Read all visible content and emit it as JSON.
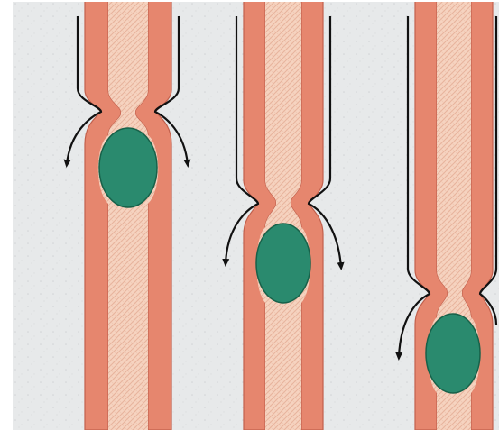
{
  "figure": {
    "panel_count": 3,
    "background_text_visible": false
  },
  "colors": {
    "page_background": "#ffffff",
    "scan_background": "#e7e9ea",
    "scan_grain": "#d2d4d6",
    "wall_muscle": "#e6866e",
    "wall_outline": "#c2604c",
    "lumen": "#f6d3c0",
    "lumen_hatch": "#e7b39c",
    "bolus": "#2a8a6e",
    "bolus_outline": "#176149",
    "arrow": "#111111"
  },
  "panels": [
    {
      "id": "panel-1",
      "stage": "bolus-top",
      "has_arrows": true
    },
    {
      "id": "panel-2",
      "stage": "bolus-middle",
      "has_arrows": true
    },
    {
      "id": "panel-3",
      "stage": "bolus-bottom",
      "has_arrows": true
    }
  ]
}
